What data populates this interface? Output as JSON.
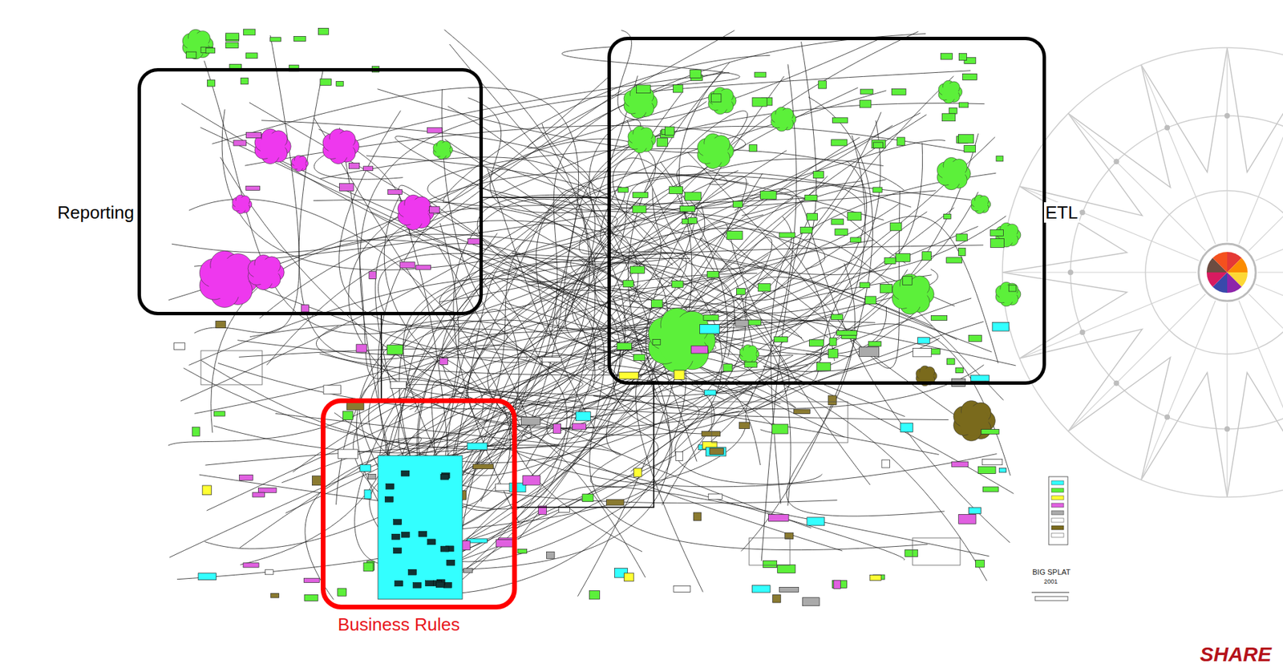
{
  "diagram": {
    "nodes": [
      {
        "text": [
          "Reporting"
        ]
      },
      {
        "text": [
          "ETL"
        ]
      },
      {
        "text": [
          "Business Rules"
        ]
      }
    ],
    "edges": [
      {
        "from": 0,
        "to": 1,
        "arrow": "none"
      },
      {
        "from": 0,
        "to": 2,
        "arrow": "none"
      },
      {
        "from": 1,
        "to": 2,
        "arrow": "none"
      }
    ],
    "labels": [
      "BIG SPLAT",
      "2001",
      "SHARE"
    ]
  }
}
